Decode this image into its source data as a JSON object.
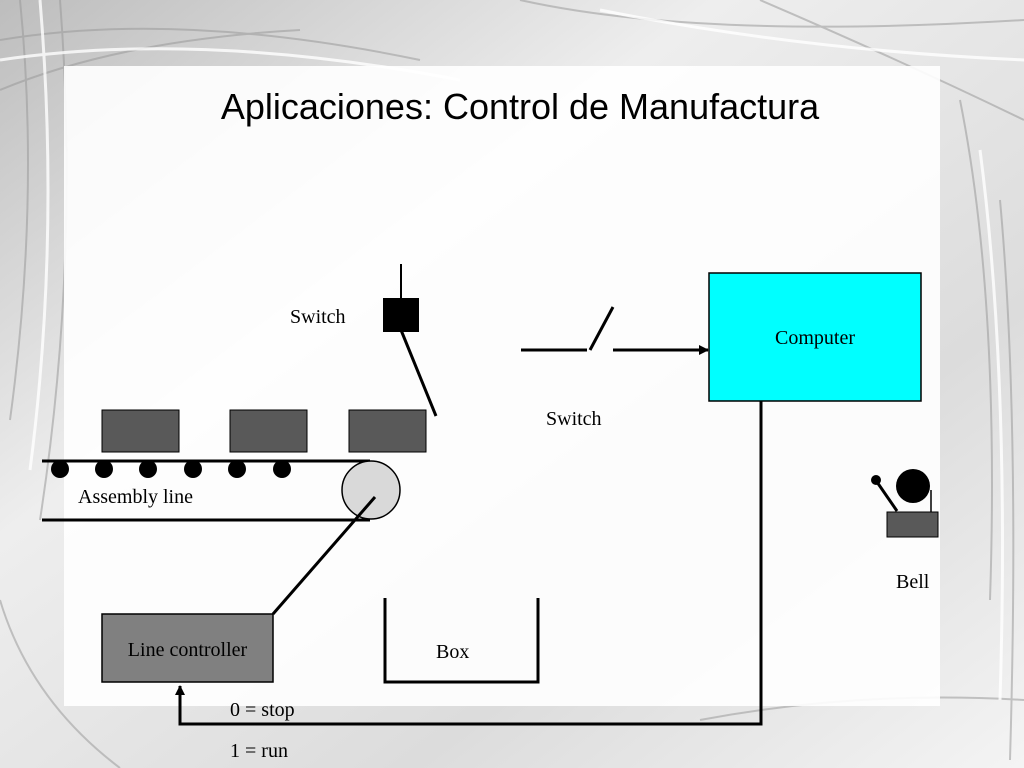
{
  "title": "Aplicaciones: Control de Manufactura",
  "labels": {
    "switch_top": "Switch",
    "switch_right": "Switch",
    "computer": "Computer",
    "assembly_line": "Assembly line",
    "bell": "Bell",
    "line_controller": "Line controller",
    "box": "Box",
    "signal_stop": "0 = stop",
    "signal_run": "1 = run"
  },
  "colors": {
    "computer_fill": "#00ffff",
    "part_fill": "#595959",
    "controller_fill": "#808080",
    "roller_fill": "#d9d9d9",
    "line": "#000000"
  }
}
